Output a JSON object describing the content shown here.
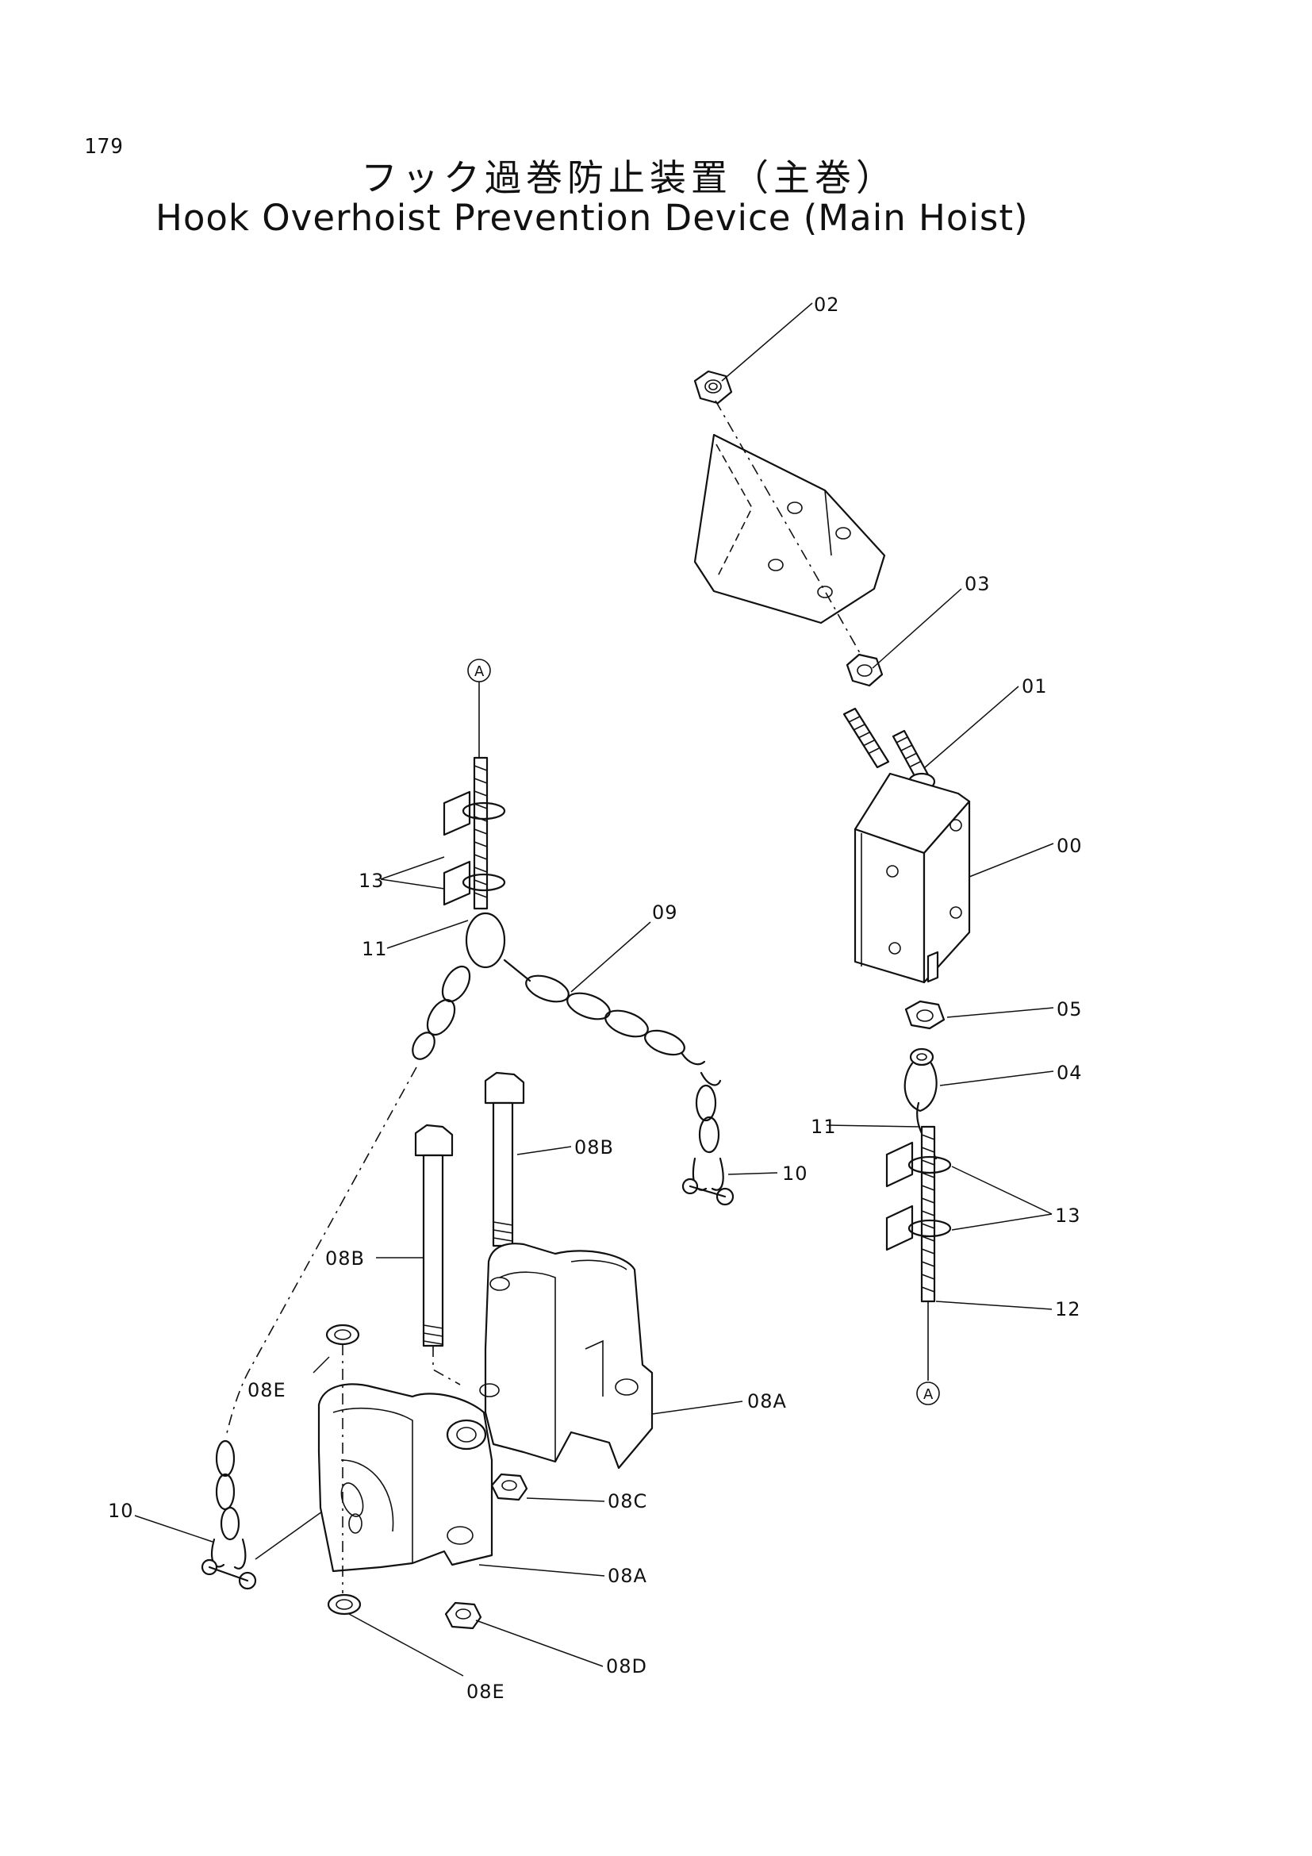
{
  "page": {
    "number": "179",
    "title_ja": "フック過巻防止装置（主巻）",
    "title_en": "Hook Overhoist Prevention Device (Main Hoist)"
  },
  "diagram": {
    "reference_mark": "A",
    "callouts": {
      "c00": "00",
      "c01": "01",
      "c02": "02",
      "c03": "03",
      "c04": "04",
      "c05": "05",
      "c08a_top": "08A",
      "c08a_bottom": "08A",
      "c08b_right": "08B",
      "c08b_left": "08B",
      "c08c": "08C",
      "c08d": "08D",
      "c08e_top": "08E",
      "c08e_bottom": "08E",
      "c09": "09",
      "c10_right": "10",
      "c10_left": "10",
      "c11_left": "11",
      "c11_right": "11",
      "c12": "12",
      "c13_left": "13",
      "c13_right": "13"
    }
  }
}
